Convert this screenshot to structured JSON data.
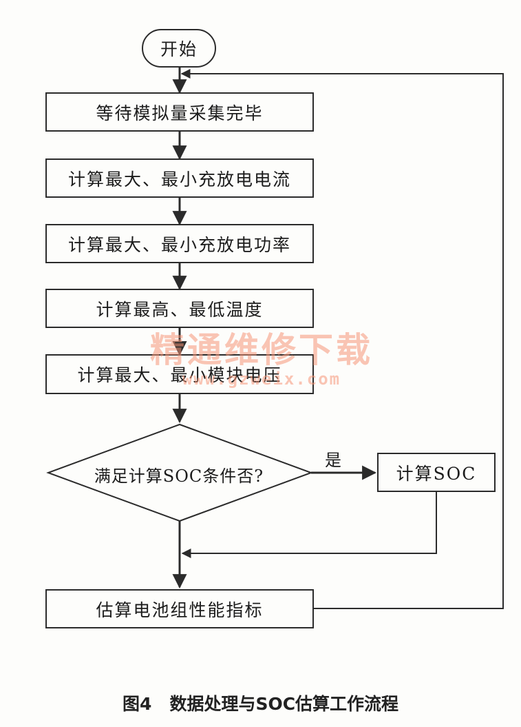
{
  "flowchart": {
    "start": "开始",
    "steps": [
      "等待模拟量采集完毕",
      "计算最大、最小充放电电流",
      "计算最大、最小充放电功率",
      "计算最高、最低温度",
      "计算最大、最小模块电压"
    ],
    "decision": "满足计算SOC条件否?",
    "yes_label": "是",
    "soc_step": "计算SOC",
    "final_step": "估算电池组性能指标"
  },
  "watermark": {
    "text": "精通维修下载",
    "url": "www.gzweix.com"
  },
  "caption": "图4   数据处理与SOC估算工作流程",
  "colors": {
    "line": "#2b2b2b",
    "background": "#fdfdfb",
    "watermark": "#f59678"
  }
}
